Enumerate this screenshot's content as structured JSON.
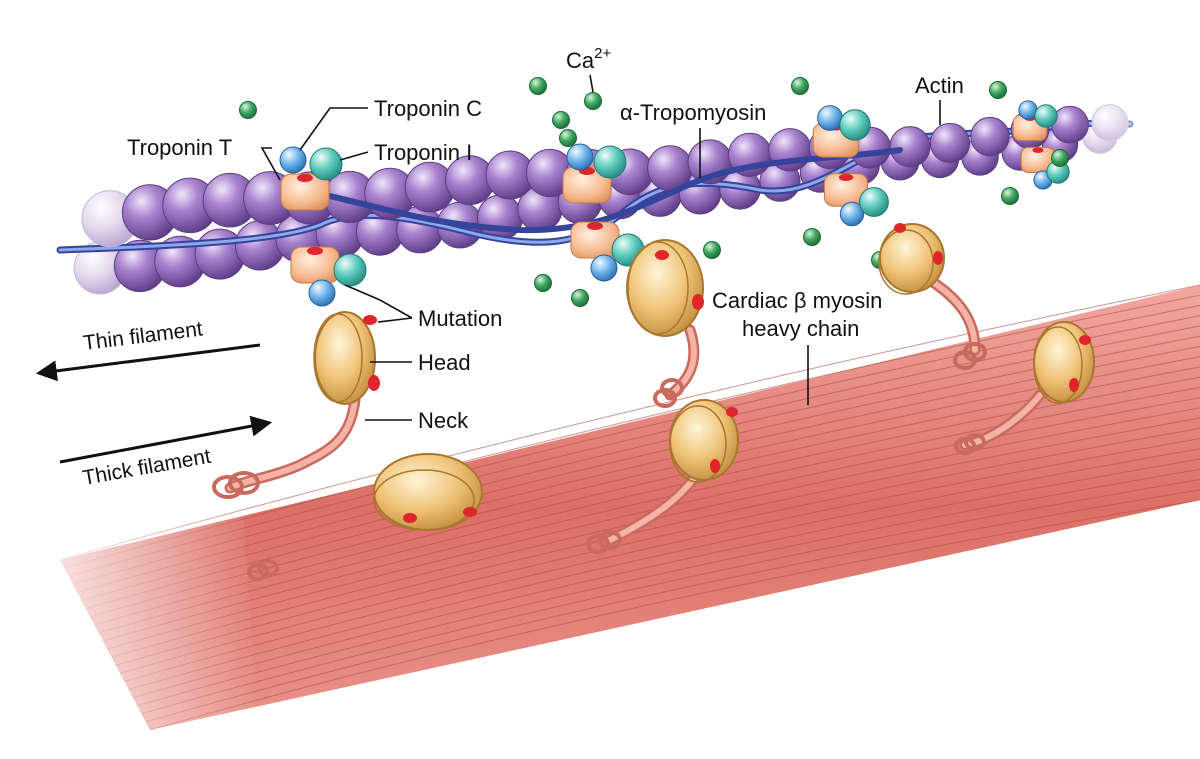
{
  "labels": {
    "ca_base": "Ca",
    "ca_charge": "2+",
    "troponin_c": "Troponin C",
    "troponin_i": "Troponin I",
    "troponin_t": "Troponin T",
    "tropomyosin": "α-Tropomyosin",
    "actin": "Actin",
    "mutation": "Mutation",
    "head": "Head",
    "neck": "Neck",
    "myosin_line1": "Cardiac β myosin",
    "myosin_line2": "heavy chain",
    "thin_filament": "Thin filament",
    "thick_filament": "Thick filament"
  },
  "colors": {
    "actin": "#8a62b0",
    "tropomyosin": "#4f66b8",
    "troponin_t": "#f2a878",
    "troponin_c": "#6ab2e6",
    "troponin_i": "#56c6b8",
    "calcium": "#3fa760",
    "myosin_head": "#e9ba6a",
    "mutation": "#e0252c",
    "thick_filament": "#d9675f"
  }
}
